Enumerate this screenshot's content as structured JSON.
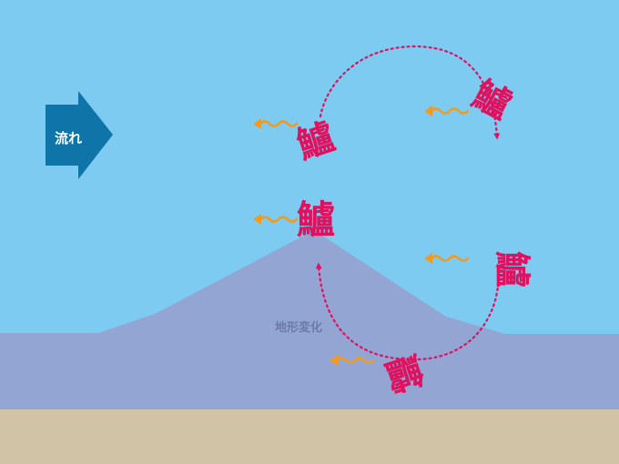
{
  "flow_label": "流れ",
  "terrain_label": "地形変化",
  "fish_glyph": "鱸",
  "colors": {
    "water": "#7ecbf1",
    "seabed": "#93a6d3",
    "sand": "#d1c3a6",
    "flow_arrow": "#0f74a8",
    "fish": "#e0115f",
    "wavy_current": "#f39a1e"
  }
}
